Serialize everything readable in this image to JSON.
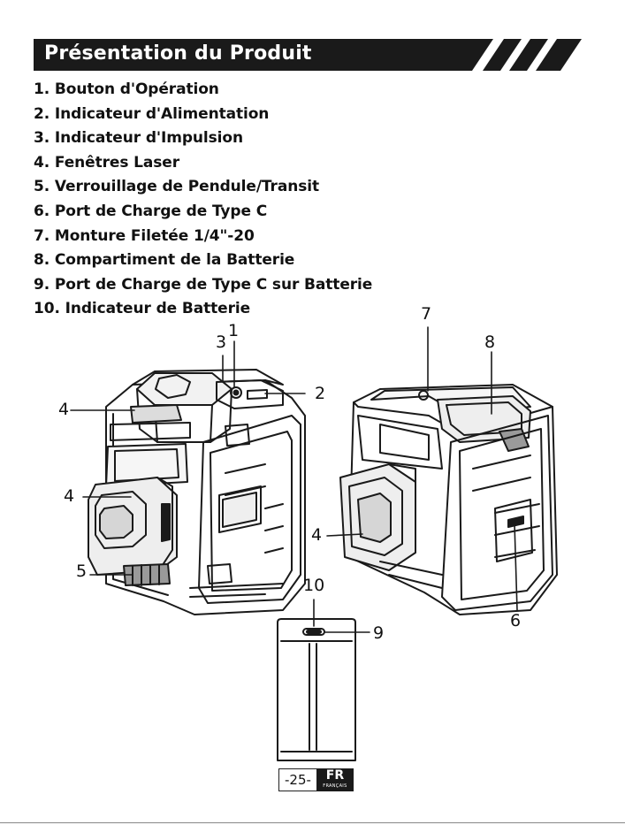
{
  "header": {
    "title": "Présentation du Produit"
  },
  "parts": [
    "1. Bouton d'Opération",
    "2. Indicateur d'Alimentation",
    "3. Indicateur d'Impulsion",
    "4. Fenêtres Laser",
    "5. Verrouillage de Pendule/Transit",
    "6. Port de Charge de Type C",
    "7. Monture Filetée 1/4\"-20",
    "8. Compartiment de la Batterie",
    "9. Port de Charge de Type C sur Batterie",
    "10. Indicateur de Batterie"
  ],
  "callouts": {
    "c1": "1",
    "c2": "2",
    "c3": "3",
    "c4a": "4",
    "c4b": "4",
    "c4c": "4",
    "c5": "5",
    "c6": "6",
    "c7": "7",
    "c8": "8",
    "c9": "9",
    "c10": "10"
  },
  "footer": {
    "page": "-25-",
    "lang_code": "FR",
    "lang_name": "FRANÇAIS"
  },
  "colors": {
    "header_bg": "#1a1a1a",
    "header_text": "#ffffff",
    "ink": "#111111"
  }
}
